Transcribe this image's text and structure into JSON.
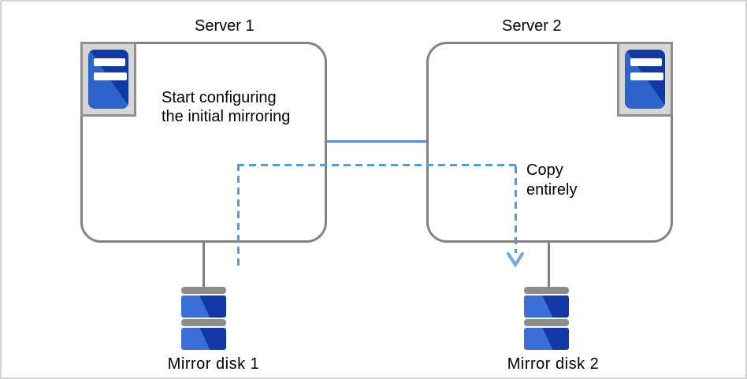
{
  "diagram": {
    "server1": {
      "label": "Server 1",
      "note": "Start configuring\nthe initial mirroring"
    },
    "server2": {
      "label": "Server 2"
    },
    "copy_annotation": "Copy\nentirely",
    "mirror_disk1": {
      "label": "Mirror disk 1"
    },
    "mirror_disk2": {
      "label": "Mirror disk 2"
    },
    "icons": {
      "server": "server-icon",
      "mirror_disk": "mirror-disk-icon",
      "arrow_down": "arrow-down-icon"
    },
    "colors": {
      "box_border_gray": "#828282",
      "connector_gray": "#808080",
      "solid_link_blue": "#5b87dd",
      "dashed_link_blue": "#5b9bd5",
      "arrow_blue": "#70a8e2",
      "server_icon_blue_light": "#2e63cc",
      "server_icon_blue_dark": "#0f3aa6",
      "disk_blue_light": "#3a6fd8",
      "disk_blue_dark": "#1238a8",
      "icon_frame_gray": "#d6d6d6"
    }
  }
}
